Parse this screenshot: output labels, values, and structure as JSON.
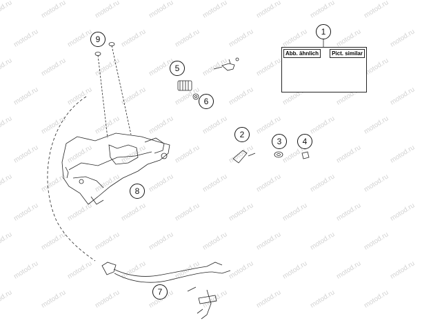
{
  "watermark": "motod.ru",
  "legend": {
    "label_de": "Abb. ähnlich",
    "label_en": "Pict. similar"
  },
  "callouts": [
    "1",
    "2",
    "3",
    "4",
    "5",
    "6",
    "7",
    "8",
    "9"
  ],
  "colors": {
    "line": "#222222",
    "watermark": "#d2d2d2",
    "background": "#ffffff"
  }
}
